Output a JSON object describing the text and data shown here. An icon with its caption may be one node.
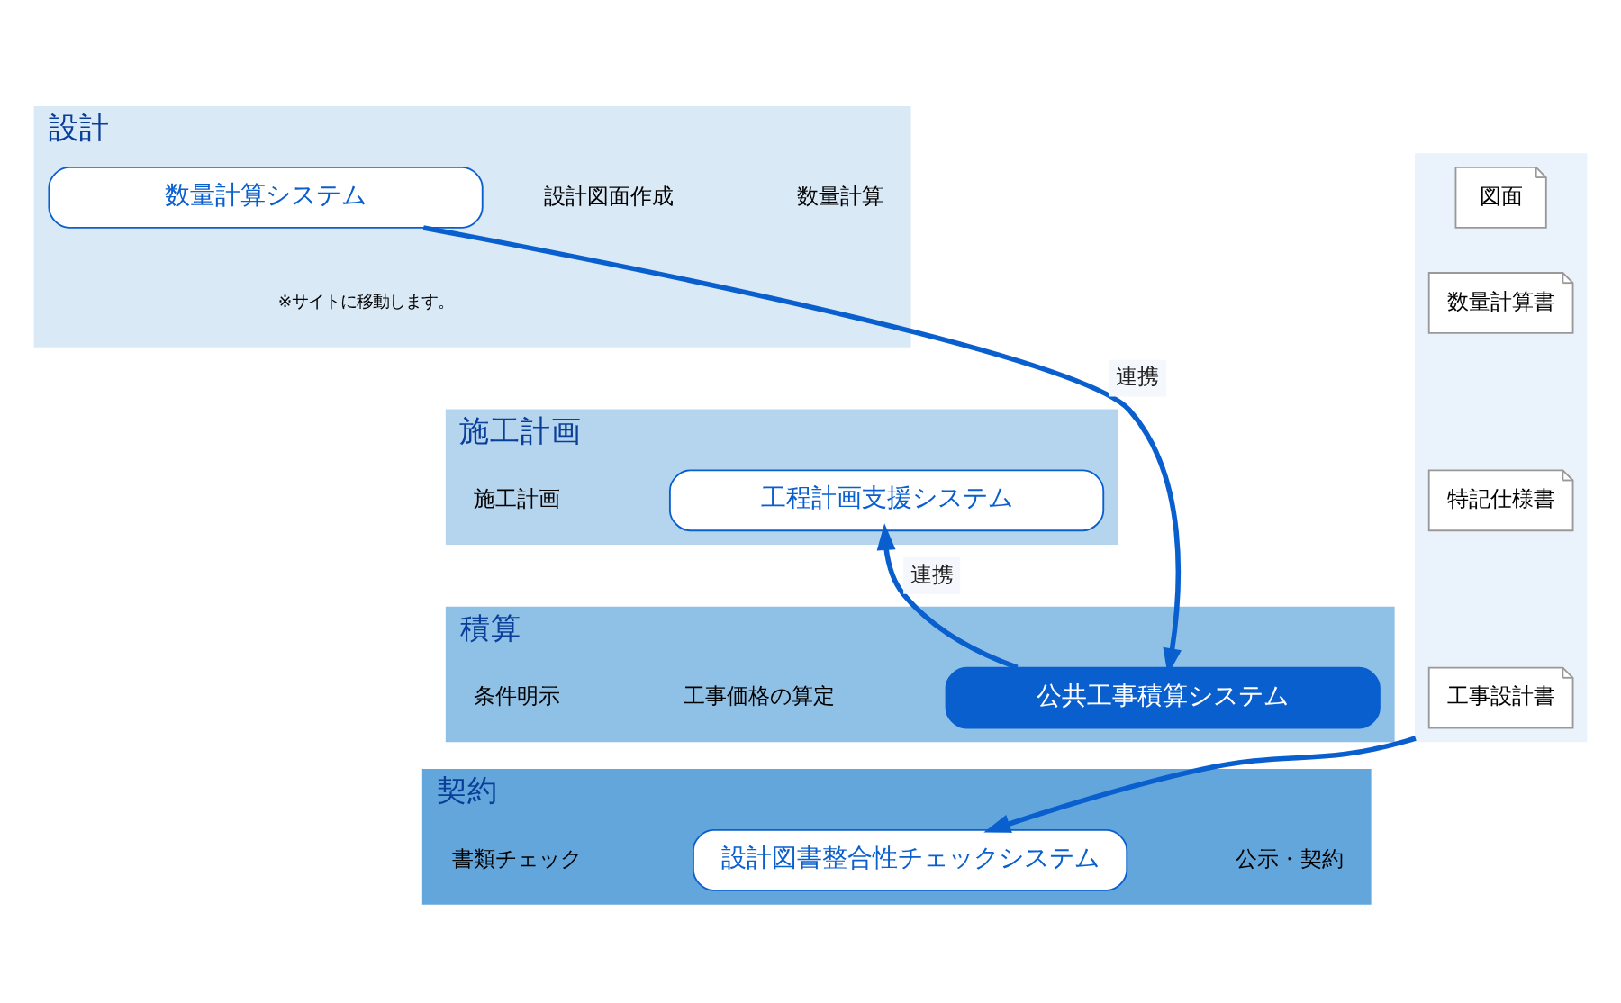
{
  "diagram": {
    "nodes": [
      {
        "text": [
          "設計"
        ]
      },
      {
        "text": [
          "設計図面作成"
        ],
        "in": 0
      },
      {
        "text": [
          "数量計算"
        ],
        "in": 0
      },
      {
        "text": [
          "数量計算システム"
        ],
        "in": 0,
        "beside": [
          "※サイトに移動します。"
        ]
      },
      {
        "text": [
          "施工計画"
        ]
      },
      {
        "text": [
          "施工計画"
        ],
        "in": 4
      },
      {
        "text": [
          "工程計画支援システム"
        ],
        "in": 4
      },
      {
        "text": [
          "積算"
        ]
      },
      {
        "text": [
          "条件明示"
        ],
        "in": 7
      },
      {
        "text": [
          "工事価格の算定"
        ],
        "in": 7
      },
      {
        "text": [
          "公共工事積算システム"
        ],
        "in": 7
      },
      {
        "text": [
          "契約"
        ]
      },
      {
        "text": [
          "書類チェック"
        ],
        "in": 11
      },
      {
        "text": [
          "設計図書整合性チェックシステム"
        ],
        "in": 11
      },
      {
        "text": [
          "公示・契約"
        ],
        "in": 11
      },
      {
        "text": [],
        "shape": "box"
      },
      {
        "text": [
          "図面"
        ],
        "in": 15
      },
      {
        "text": [
          "数量計算書"
        ],
        "in": 15
      },
      {
        "text": [
          "特記仕様書"
        ],
        "in": 15
      },
      {
        "text": [
          "工事設計書"
        ],
        "in": 15
      }
    ],
    "edges": [
      {
        "from": 3,
        "to": 10,
        "arrow": "to",
        "label": "連携"
      },
      {
        "from": 10,
        "to": 6,
        "arrow": "to",
        "label": "連携"
      },
      {
        "from": 15,
        "to": 13,
        "arrow": "to"
      }
    ]
  }
}
